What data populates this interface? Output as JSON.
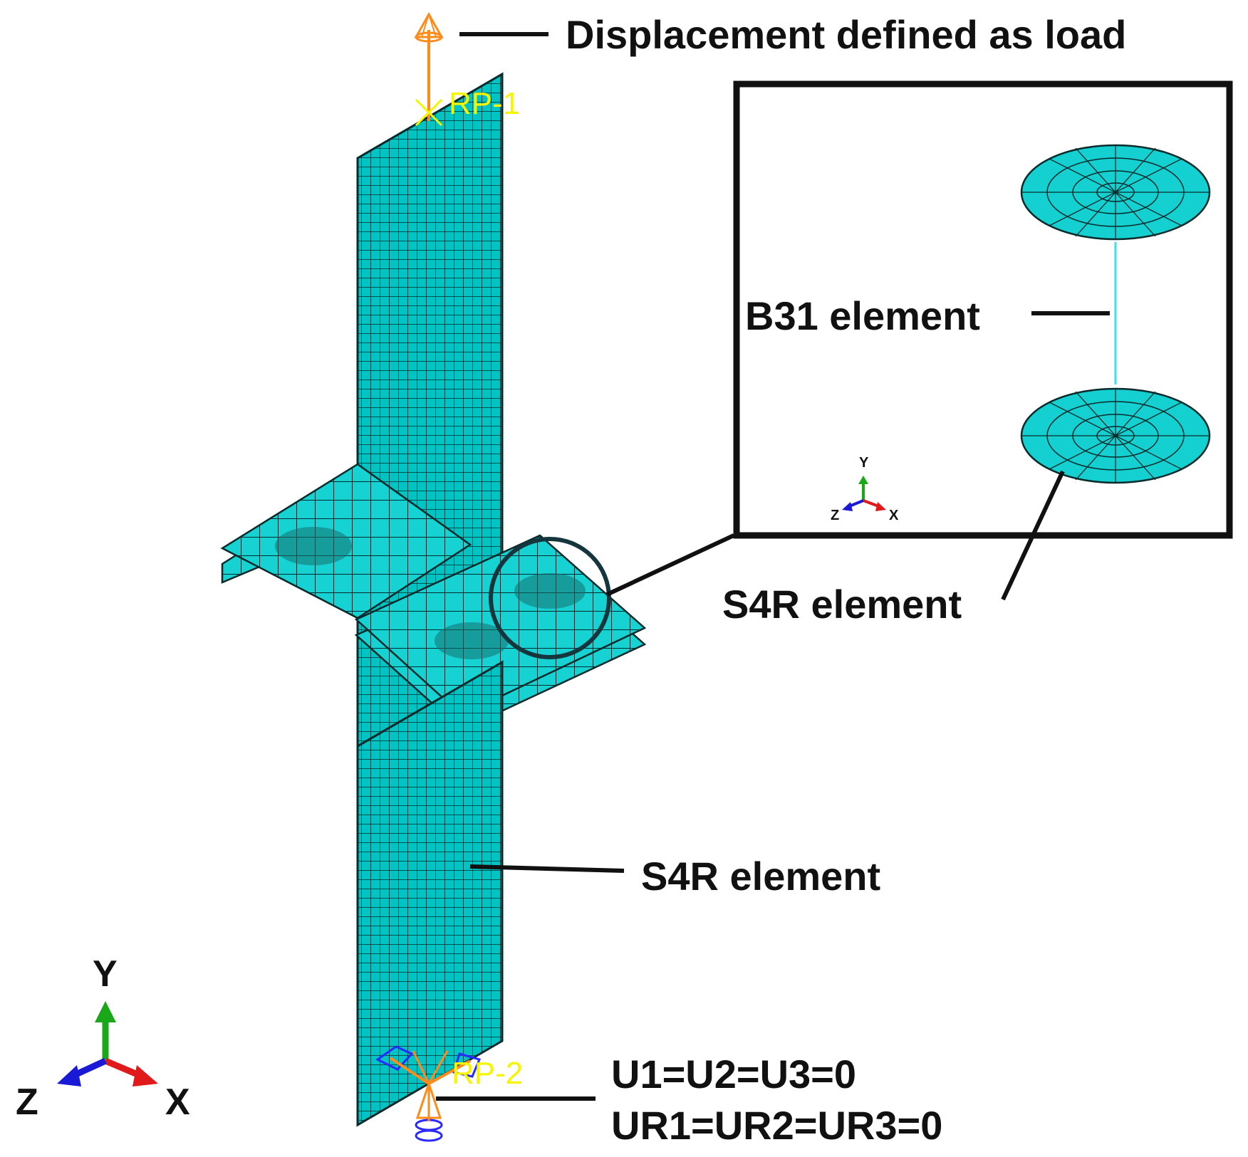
{
  "annotations": {
    "displacement_load": "Displacement defined as load",
    "b31_element": "B31 element",
    "s4r_element_inset": "S4R element",
    "s4r_element_plate": "S4R element",
    "boundary_u": "U1=U2=U3=0",
    "boundary_ur": "UR1=UR2=UR3=0"
  },
  "reference_points": {
    "top": "RP-1",
    "bottom": "RP-2"
  },
  "triad_main": {
    "y": "Y",
    "z": "Z",
    "x": "X"
  },
  "triad_inset": {
    "y": "Y",
    "z": "Z",
    "x": "X"
  },
  "colors": {
    "mesh_fill": "#00c8c8",
    "mesh_fill_light": "#3fe0e0",
    "mesh_line": "#0a2b2b",
    "load_arrow": "#ff8c1a",
    "reference_point": "#f5f500",
    "axis_x": "#e0191b",
    "axis_y": "#1aa81a",
    "axis_z": "#1a1ad6",
    "fixed_bc": "#2a2aff",
    "text": "#111111"
  }
}
